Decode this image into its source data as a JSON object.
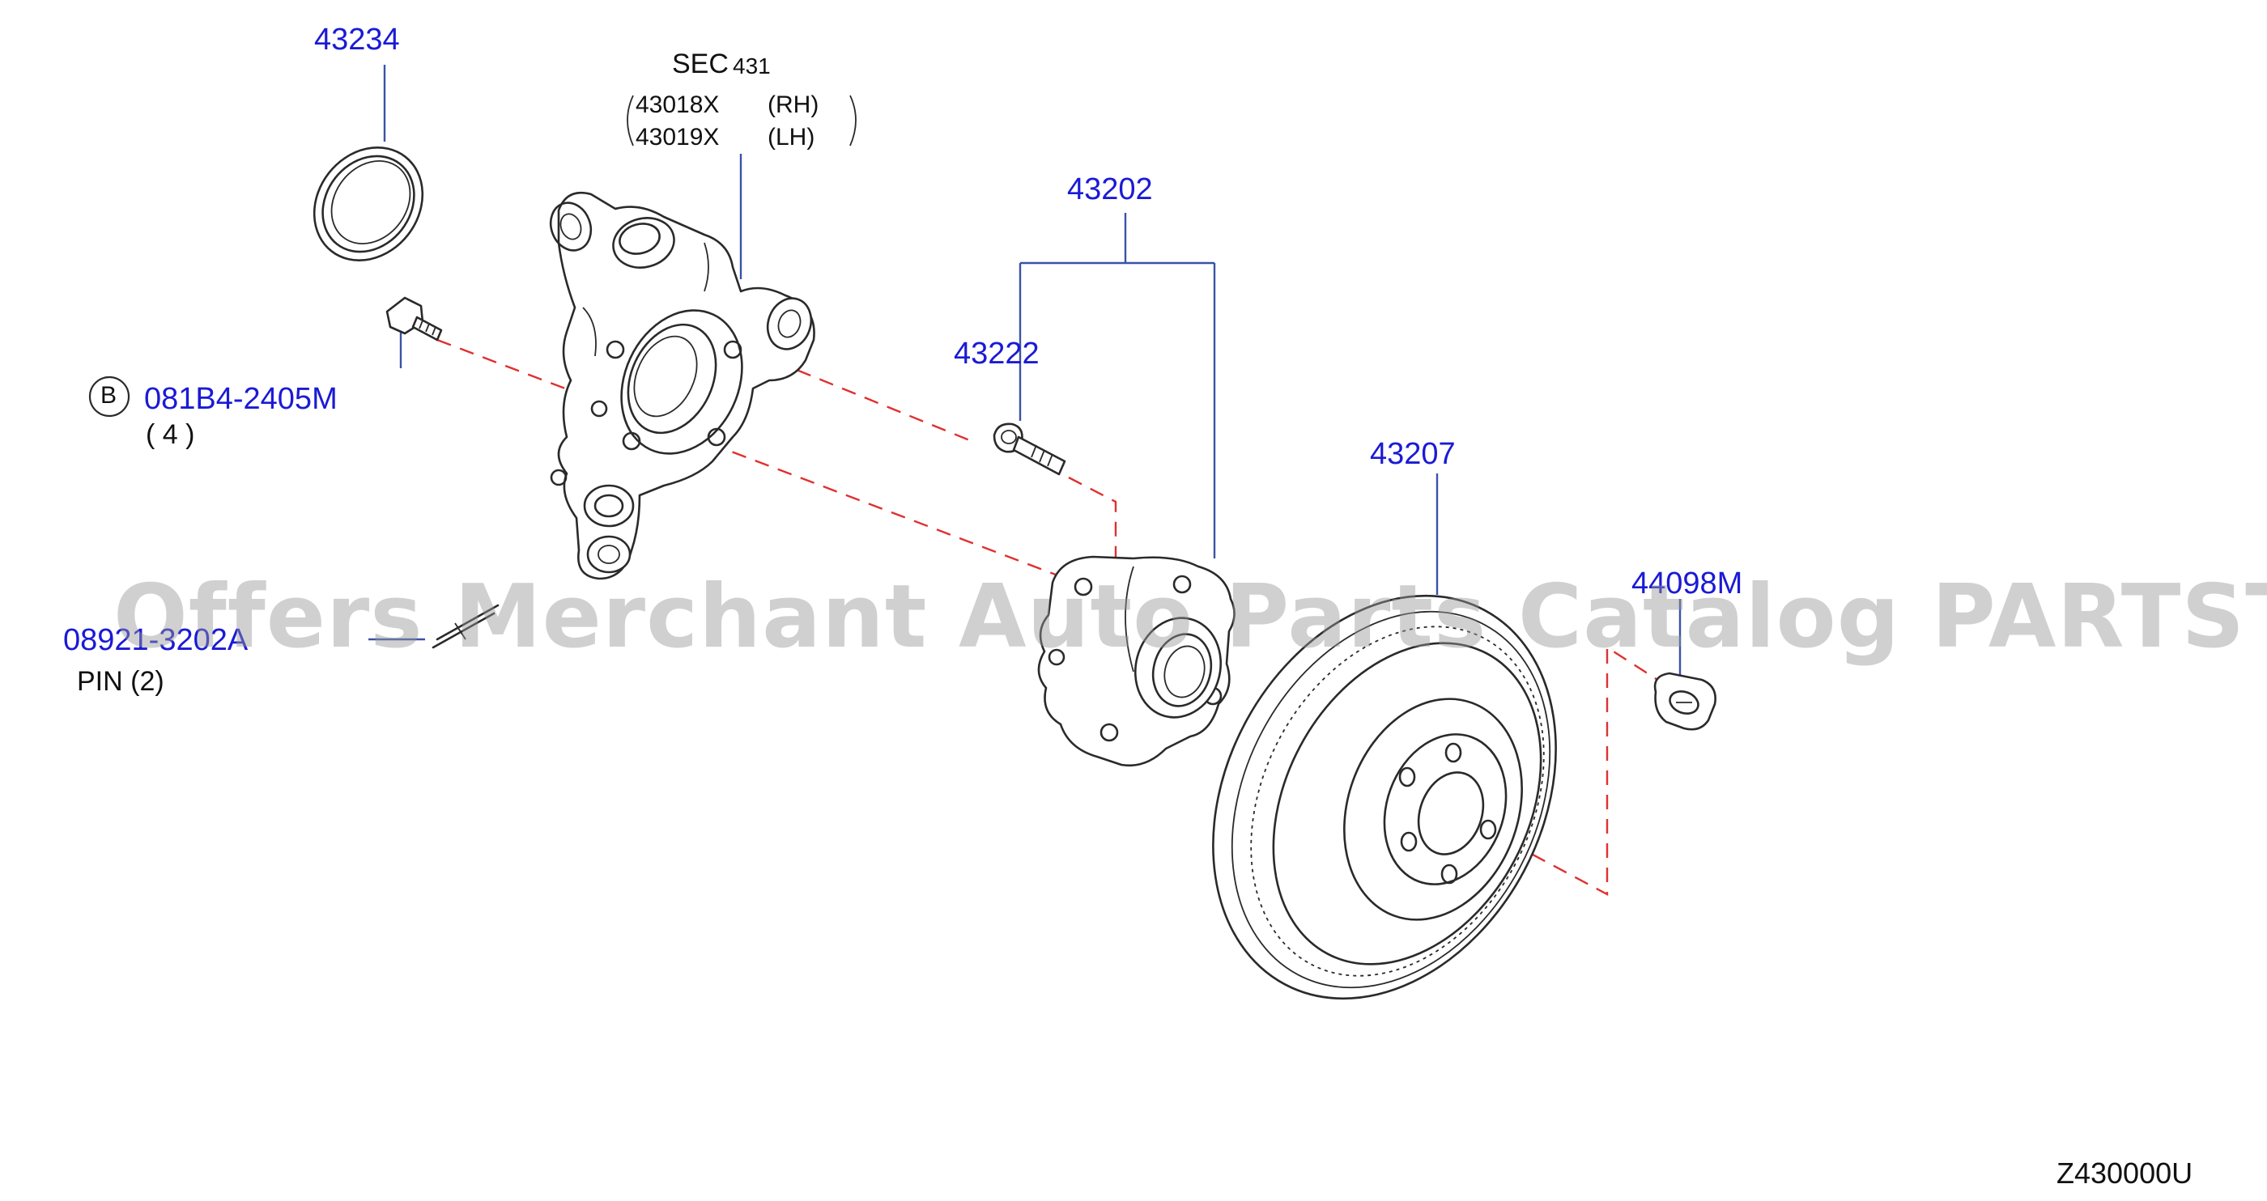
{
  "labels": {
    "p43234": "43234",
    "sec": "SEC",
    "sec_num": "431",
    "knuckle_rh_part": "43018X",
    "knuckle_rh_side": "(RH)",
    "knuckle_lh_part": "43019X",
    "knuckle_lh_side": "(LH)",
    "p43202": "43202",
    "p43222": "43222",
    "p43207": "43207",
    "p44098": "44098M",
    "bolt_circle": "B",
    "bolt_part": "081B4-2405M",
    "bolt_qty": "( 4 )",
    "pin_part": "08921-3202A",
    "pin_text": "PIN  (2)",
    "diagram_code": "Z430000U"
  },
  "watermark": "Offers Merchant Auto Parts Catalog PARTSTORE.SA",
  "colors": {
    "label_blue": "#1a1ad6",
    "leader_blue": "#3a52a8",
    "center_line_red": "#e03030",
    "line_art": "#2a2a2a"
  }
}
